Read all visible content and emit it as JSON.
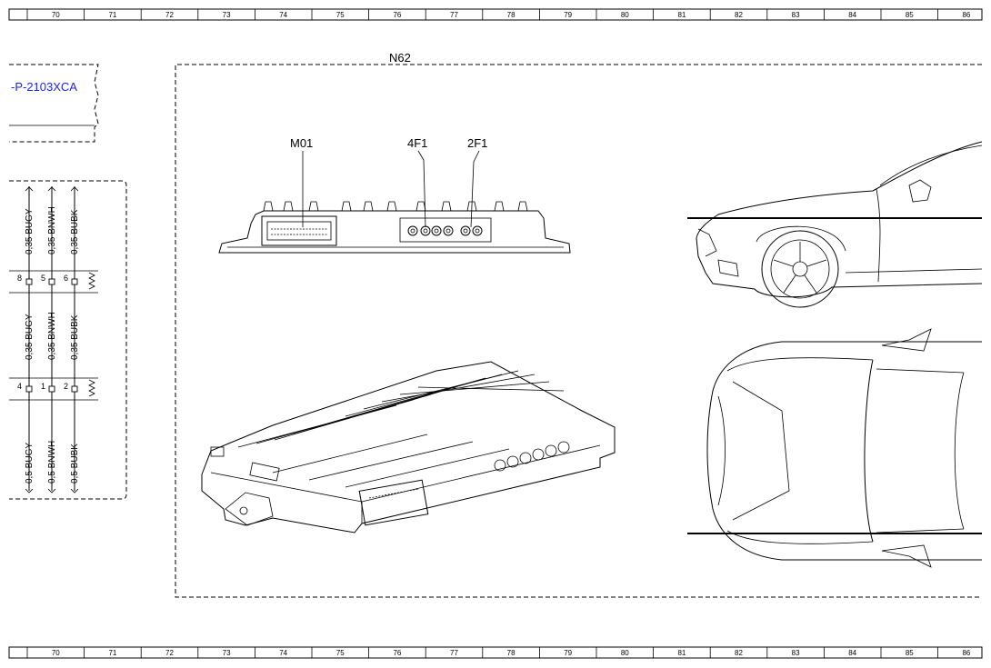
{
  "ruler": {
    "columns": [
      "70",
      "71",
      "72",
      "73",
      "74",
      "75",
      "76",
      "77",
      "78",
      "79",
      "80",
      "81",
      "82",
      "83",
      "84",
      "85",
      "86"
    ]
  },
  "module": {
    "label": "N62"
  },
  "reference": {
    "text": "-P-2103XCA"
  },
  "connectors": {
    "m01": "M01",
    "f4": "4F1",
    "f2": "2F1"
  },
  "wires": {
    "top_labels": [
      "0,35 BUGY",
      "0,35 BNWH",
      "0,35 BUBK"
    ],
    "pins_row1": [
      "8",
      "5",
      "6"
    ],
    "mid_labels": [
      "0,35 BUGY",
      "0,35 BNWH",
      "0,35 BUBK"
    ],
    "pins_row2": [
      "4",
      "1",
      "2"
    ],
    "bottom_labels": [
      "0,5 BUGY",
      "0,5 BNWH",
      "0,5 BUBK"
    ]
  },
  "colors": {
    "link": "#1a22ff",
    "line": "#000000"
  }
}
